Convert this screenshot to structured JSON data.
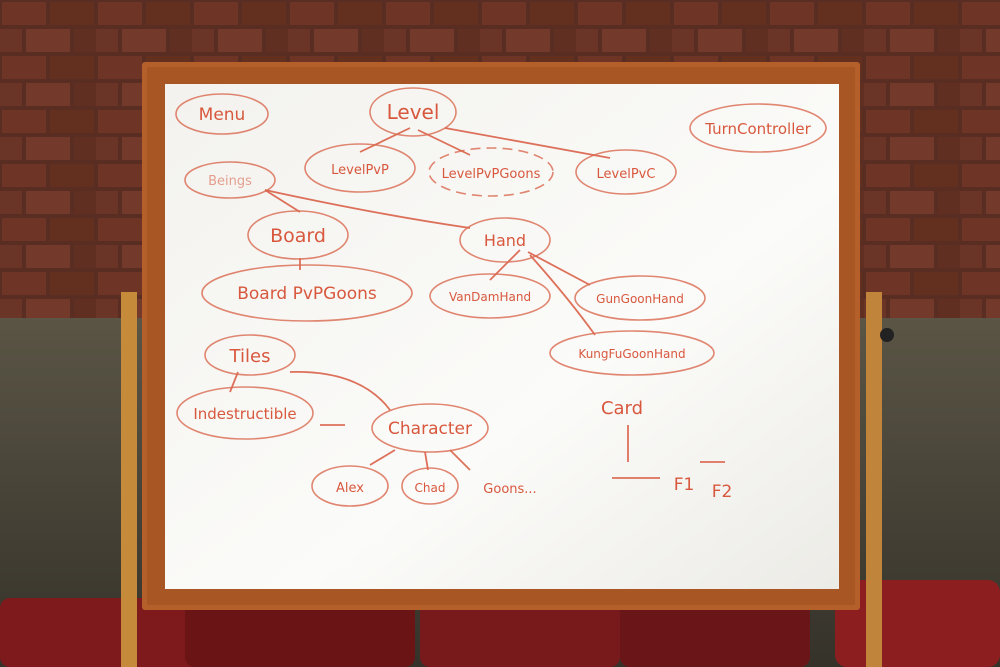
{
  "whiteboard": {
    "nodes": {
      "menu": "Menu",
      "level": "Level",
      "turn_controller": "TurnController",
      "level_pvp": "LevelPvP",
      "level_pvp_goons": "LevelPvPGoons",
      "level_pvc": "LevelPvC",
      "beings": "Beings",
      "board": "Board",
      "hand": "Hand",
      "board_pvp_goons": "Board PvPGoons",
      "vandam_hand": "VanDamHand",
      "gun_goon_hand": "GunGoonHand",
      "kung_fu_goon_hand": "KungFuGoonHand",
      "tiles": "Tiles",
      "indestructible": "Indestructible",
      "character": "Character",
      "card": "Card",
      "alex": "Alex",
      "chad": "Chad",
      "goons": "Goons...",
      "f1": "F1",
      "f2": "F2"
    },
    "ink_color": "#d8583e",
    "frame_color": "#b5602a"
  }
}
